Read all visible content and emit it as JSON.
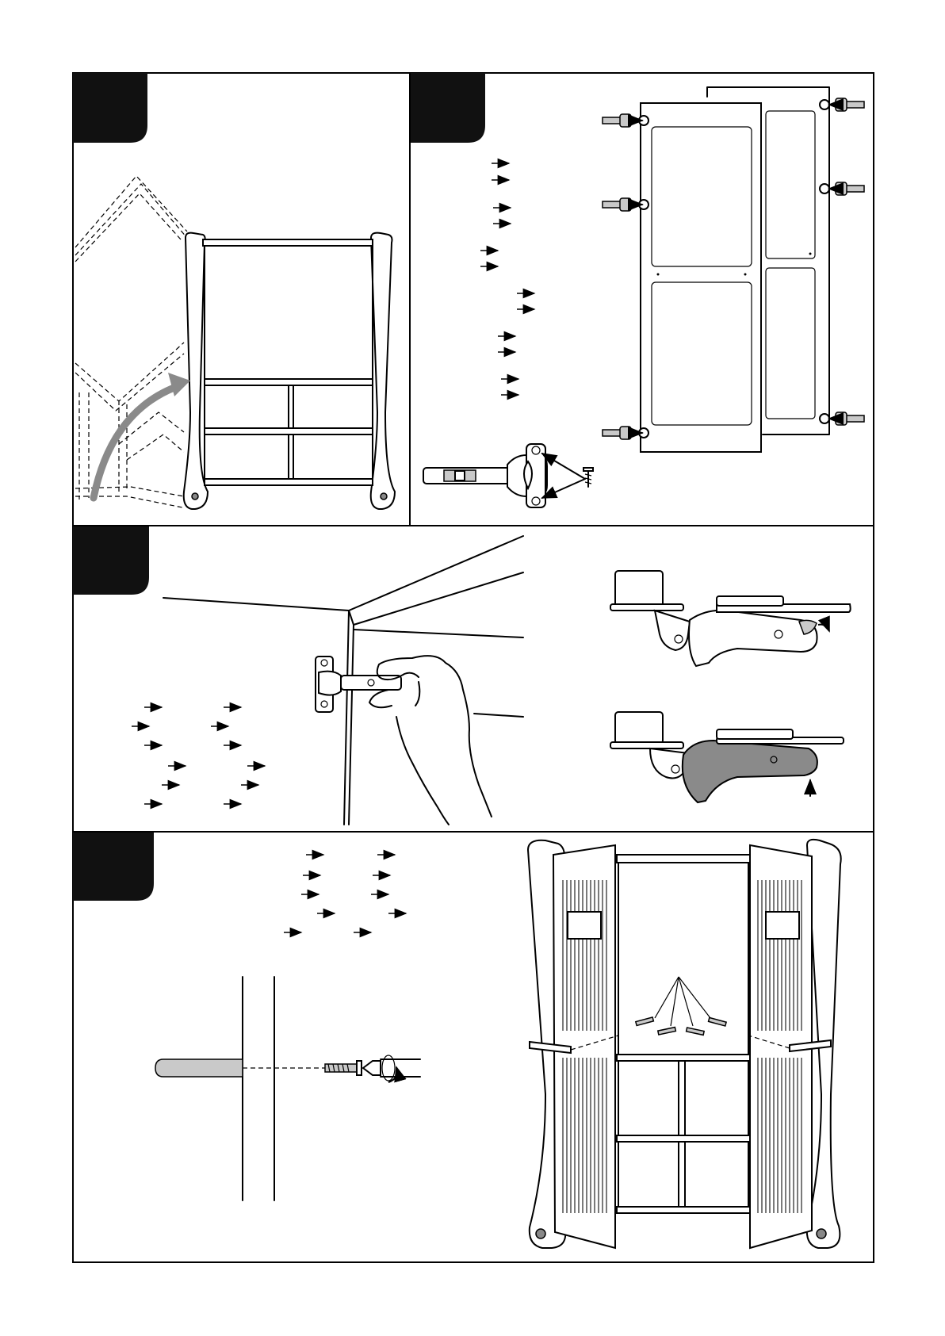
{
  "page": {
    "text": "",
    "steps": [
      {
        "id": "step-1",
        "number": ""
      },
      {
        "id": "step-2",
        "number": ""
      },
      {
        "id": "step-3",
        "number": ""
      },
      {
        "id": "step-4",
        "number": ""
      }
    ]
  },
  "arrows": {
    "step2": 14,
    "step3": 12,
    "step4": 10
  },
  "colors": {
    "ink": "#000000",
    "paper": "#ffffff",
    "step_tab": "#111111",
    "highlight_grey": "#8a8a8a"
  }
}
